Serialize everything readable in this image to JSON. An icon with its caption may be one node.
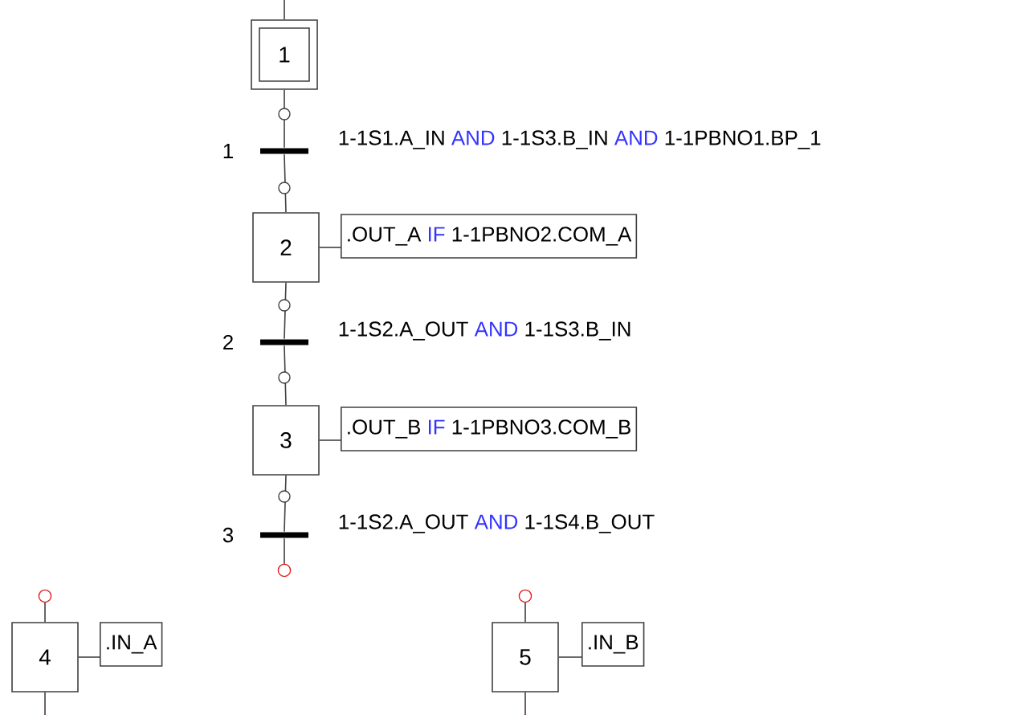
{
  "diagram": {
    "nodes": [
      {
        "text": [
          "1"
        ]
      },
      {
        "text": [],
        "shape": "bar",
        "beside": [
          "1",
          "1-1S1.A_IN",
          "AND",
          "1-1S3.B_IN",
          "AND",
          "1-1PBNO1.BP_1"
        ]
      },
      {
        "text": [
          "2"
        ]
      },
      {
        "text": [
          ".OUT_A",
          "IF",
          "1-1PBNO2.COM_A"
        ]
      },
      {
        "text": [],
        "shape": "bar",
        "beside": [
          "2",
          "1-1S2.A_OUT",
          "AND",
          "1-1S3.B_IN"
        ]
      },
      {
        "text": [
          "3"
        ]
      },
      {
        "text": [
          ".OUT_B",
          "IF",
          "1-1PBNO3.COM_B"
        ]
      },
      {
        "text": [],
        "shape": "bar",
        "beside": [
          "3",
          "1-1S2.A_OUT",
          "AND",
          "1-1S4.B_OUT"
        ]
      },
      {
        "text": [
          "4"
        ]
      },
      {
        "text": [
          ".IN_A"
        ]
      },
      {
        "text": [
          "5"
        ]
      },
      {
        "text": [
          ".IN_B"
        ]
      }
    ],
    "edges": [
      {
        "from": null,
        "to": 0,
        "arrow": "none"
      },
      {
        "from": 0,
        "to": 1,
        "arrow": "none"
      },
      {
        "from": 1,
        "to": 2,
        "arrow": "none"
      },
      {
        "from": 2,
        "to": 4,
        "arrow": "none"
      },
      {
        "from": 4,
        "to": 5,
        "arrow": "none"
      },
      {
        "from": 5,
        "to": 7,
        "arrow": "none"
      },
      {
        "from": 7,
        "to": null,
        "arrow": "none"
      },
      {
        "from": 2,
        "to": 3,
        "arrow": "none"
      },
      {
        "from": 5,
        "to": 6,
        "arrow": "none"
      },
      {
        "from": 8,
        "to": 9,
        "arrow": "none"
      },
      {
        "from": 10,
        "to": 11,
        "arrow": "none"
      },
      {
        "from": null,
        "to": 8,
        "arrow": "none"
      },
      {
        "from": 8,
        "to": null,
        "arrow": "none"
      },
      {
        "from": null,
        "to": 10,
        "arrow": "none"
      },
      {
        "from": 10,
        "to": null,
        "arrow": "none"
      }
    ]
  }
}
